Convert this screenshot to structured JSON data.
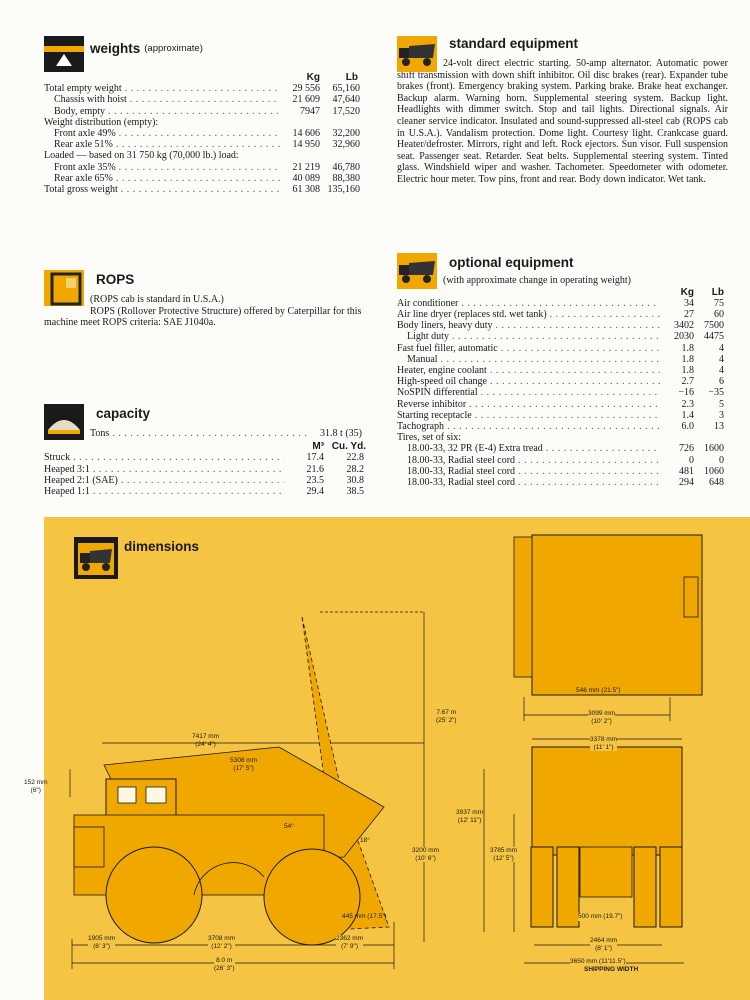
{
  "weights": {
    "title": "weights",
    "subtitle": "(approximate)",
    "col_kg": "Kg",
    "col_lb": "Lb",
    "rows": [
      {
        "label": "Total empty weight",
        "kg": "29 556",
        "lb": "65,160",
        "indent": 0
      },
      {
        "label": "Chassis with hoist",
        "kg": "21 609",
        "lb": "47,640",
        "indent": 1
      },
      {
        "label": "Body, empty",
        "kg": "7947",
        "lb": "17,520",
        "indent": 1
      },
      {
        "label": "Weight distribution (empty):",
        "kg": "",
        "lb": "",
        "indent": 0,
        "nodots": true
      },
      {
        "label": "Front axle 49%",
        "kg": "14 606",
        "lb": "32,200",
        "indent": 1
      },
      {
        "label": "Rear axle 51%",
        "kg": "14 950",
        "lb": "32,960",
        "indent": 1
      },
      {
        "label": "Loaded — based on 31 750 kg (70,000 lb.) load:",
        "kg": "",
        "lb": "",
        "indent": 0,
        "nodots": true
      },
      {
        "label": "Front axle 35%",
        "kg": "21 219",
        "lb": "46,780",
        "indent": 1
      },
      {
        "label": "Rear axle 65%",
        "kg": "40 089",
        "lb": "88,380",
        "indent": 1
      },
      {
        "label": "Total gross weight",
        "kg": "61 308",
        "lb": "135,160",
        "indent": 0
      }
    ]
  },
  "standard": {
    "title": "standard equipment",
    "text": "24-volt direct electric starting. 50-amp alternator. Automatic power shift transmission with down shift inhibitor. Oil disc brakes (rear). Expander tube brakes (front). Emergency braking system. Parking brake. Brake heat exchanger. Backup alarm. Warning horn. Supplemental steering system. Backup light. Headlights with dimmer switch. Stop and tail lights. Directional signals. Air cleaner service indicator. Insulated and sound-suppressed all-steel cab (ROPS cab in U.S.A.). Vandalism protection. Dome light. Courtesy light. Crankcase guard. Heater/defroster. Mirrors, right and left. Rock ejectors. Sun visor. Full suspension seat. Passenger seat. Retarder. Seat belts. Supplemental steering system. Tinted glass. Windshield wiper and washer. Tachometer. Speedometer with odometer. Electric hour meter. Tow pins, front and rear. Body down indicator. Wet tank."
  },
  "rops": {
    "title": "ROPS",
    "line1": "(ROPS cab is standard in U.S.A.)",
    "line2": "ROPS (Rollover Protective Structure) offered by Caterpillar for this machine meet ROPS criteria: SAE J1040a."
  },
  "capacity": {
    "title": "capacity",
    "tons_label": "Tons",
    "tons_value": "31.8 t (35)",
    "col_m3": "M³",
    "col_cuyd": "Cu. Yd.",
    "rows": [
      {
        "label": "Struck",
        "m3": "17.4",
        "cuyd": "22.8"
      },
      {
        "label": "Heaped 3:1",
        "m3": "21.6",
        "cuyd": "28.2"
      },
      {
        "label": "Heaped 2:1 (SAE)",
        "m3": "23.5",
        "cuyd": "30.8"
      },
      {
        "label": "Heaped 1:1",
        "m3": "29.4",
        "cuyd": "38.5"
      }
    ]
  },
  "optional": {
    "title": "optional equipment",
    "subtitle": "(with approximate change in operating weight)",
    "col_kg": "Kg",
    "col_lb": "Lb",
    "rows": [
      {
        "label": "Air conditioner",
        "kg": "34",
        "lb": "75",
        "indent": 0
      },
      {
        "label": "Air line dryer (replaces std. wet tank)",
        "kg": "27",
        "lb": "60",
        "indent": 0
      },
      {
        "label": "Body liners, heavy duty",
        "kg": "3402",
        "lb": "7500",
        "indent": 0
      },
      {
        "label": "Light duty",
        "kg": "2030",
        "lb": "4475",
        "indent": 1
      },
      {
        "label": "Fast fuel filler, automatic",
        "kg": "1.8",
        "lb": "4",
        "indent": 0
      },
      {
        "label": "Manual",
        "kg": "1.8",
        "lb": "4",
        "indent": 1
      },
      {
        "label": "Heater, engine coolant",
        "kg": "1.8",
        "lb": "4",
        "indent": 0
      },
      {
        "label": "High-speed oil change",
        "kg": "2.7",
        "lb": "6",
        "indent": 0
      },
      {
        "label": "NoSPIN differential",
        "kg": "−16",
        "lb": "−35",
        "indent": 0
      },
      {
        "label": "Reverse inhibitor",
        "kg": "2.3",
        "lb": "5",
        "indent": 0
      },
      {
        "label": "Starting receptacle",
        "kg": "1.4",
        "lb": "3",
        "indent": 0
      },
      {
        "label": "Tachograph",
        "kg": "6.0",
        "lb": "13",
        "indent": 0
      },
      {
        "label": "Tires, set of six:",
        "kg": "",
        "lb": "",
        "indent": 0,
        "nodots": true
      },
      {
        "label": "18.00-33, 32 PR (E-4) Extra tread",
        "kg": "726",
        "lb": "1600",
        "indent": 1
      },
      {
        "label": "18.00-33, Radial steel cord",
        "kg": "0",
        "lb": "0",
        "indent": 1
      },
      {
        "label": "18.00-33, Radial steel cord",
        "kg": "481",
        "lb": "1060",
        "indent": 1
      },
      {
        "label": "18.00-33, Radial steel cord",
        "kg": "294",
        "lb": "648",
        "indent": 1
      }
    ]
  },
  "dimensions": {
    "title": "dimensions",
    "labels": {
      "d7417": "7417 mm\n(24' 4\")",
      "d5308": "5308 mm\n(17' 5\")",
      "d152": "152 mm\n(6\")",
      "d767": "7.67 m\n(25' 2\")",
      "d3937": "3937 mm\n(12' 11\")",
      "d3200": "3200 mm\n(10' 6\")",
      "d3785": "3785 mm\n(12' 5\")",
      "d445": "445 mm (17.5\")",
      "d1905": "1905 mm\n(6' 3\")",
      "d3708": "3708 mm\n(12' 2\")",
      "d2362": "2362 mm\n(7' 9\")",
      "d80": "8.0 m\n(26' 3\")",
      "d546": "546 mm (21.5\")",
      "d3099": "3099 mm\n(10' 2\")",
      "d3378": "3378 mm\n(11' 1\")",
      "d500": "500 mm (19.7\")",
      "d2464": "2464 mm\n(8' 1\")",
      "d3650": "3650 mm (11'11.5\")",
      "shipping": "SHIPPING WIDTH",
      "a54": "54°",
      "a18": "18°"
    }
  },
  "colors": {
    "panel": "#f6c443",
    "truck": "#f0a800",
    "dark": "#1a1a1a"
  }
}
